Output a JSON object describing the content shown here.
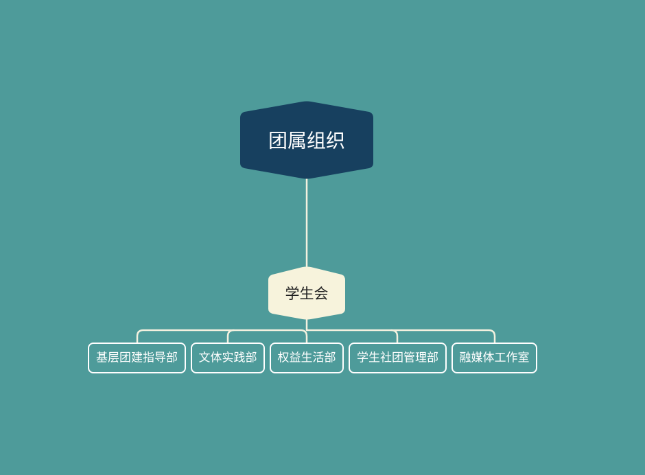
{
  "root": {
    "label": "团属组织"
  },
  "middle": {
    "label": "学生会"
  },
  "children": [
    {
      "label": "基层团建指导部"
    },
    {
      "label": "文体实践部"
    },
    {
      "label": "权益生活部"
    },
    {
      "label": "学生社团管理部"
    },
    {
      "label": "融媒体工作室"
    }
  ],
  "colors": {
    "background": "#4e9b9a",
    "root_fill": "#17405f",
    "middle_fill": "#f7f3dc",
    "connector": "#f3f1df",
    "leaf_border": "#ffffff"
  }
}
